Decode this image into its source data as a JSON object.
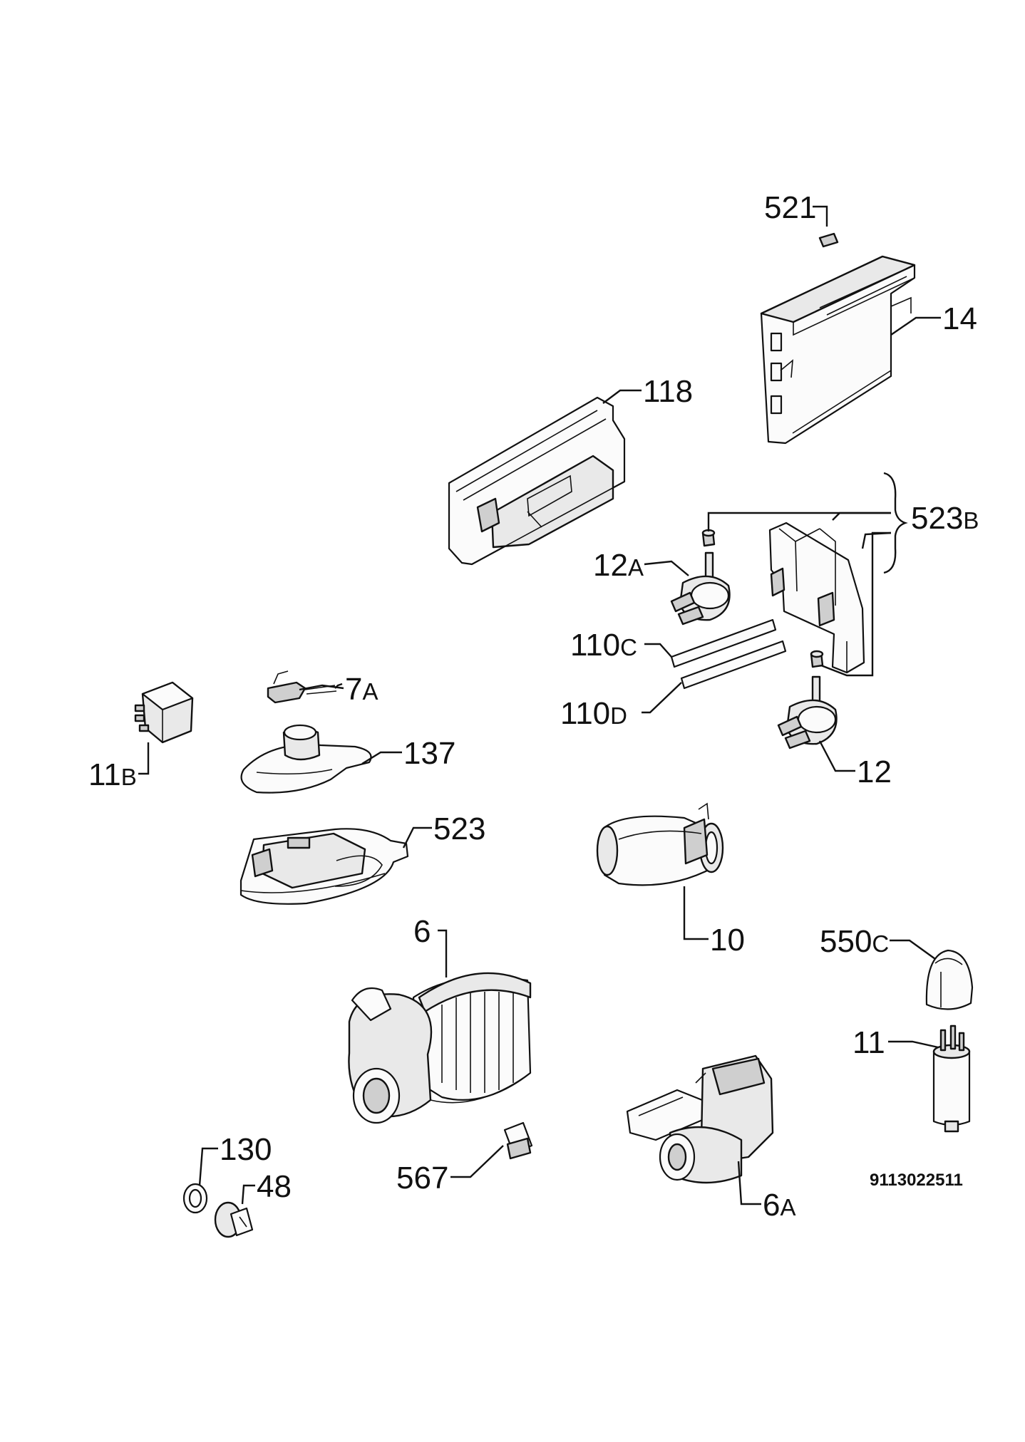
{
  "document_number": "9113022511",
  "callouts": [
    {
      "id": "521",
      "main": "521",
      "suffix": ""
    },
    {
      "id": "14",
      "main": "14",
      "suffix": ""
    },
    {
      "id": "118",
      "main": "118",
      "suffix": ""
    },
    {
      "id": "523B",
      "main": "523",
      "suffix": "B"
    },
    {
      "id": "12A",
      "main": "12",
      "suffix": "A"
    },
    {
      "id": "110C",
      "main": "110",
      "suffix": "C"
    },
    {
      "id": "110D",
      "main": "110",
      "suffix": "D"
    },
    {
      "id": "7A",
      "main": "7",
      "suffix": "A"
    },
    {
      "id": "11B",
      "main": "11",
      "suffix": "B"
    },
    {
      "id": "137",
      "main": "137",
      "suffix": ""
    },
    {
      "id": "12",
      "main": "12",
      "suffix": ""
    },
    {
      "id": "523",
      "main": "523",
      "suffix": ""
    },
    {
      "id": "10",
      "main": "10",
      "suffix": ""
    },
    {
      "id": "550C",
      "main": "550",
      "suffix": "C"
    },
    {
      "id": "6",
      "main": "6",
      "suffix": ""
    },
    {
      "id": "11",
      "main": "11",
      "suffix": ""
    },
    {
      "id": "130",
      "main": "130",
      "suffix": ""
    },
    {
      "id": "48",
      "main": "48",
      "suffix": ""
    },
    {
      "id": "567",
      "main": "567",
      "suffix": ""
    },
    {
      "id": "6A",
      "main": "6",
      "suffix": "A"
    }
  ]
}
